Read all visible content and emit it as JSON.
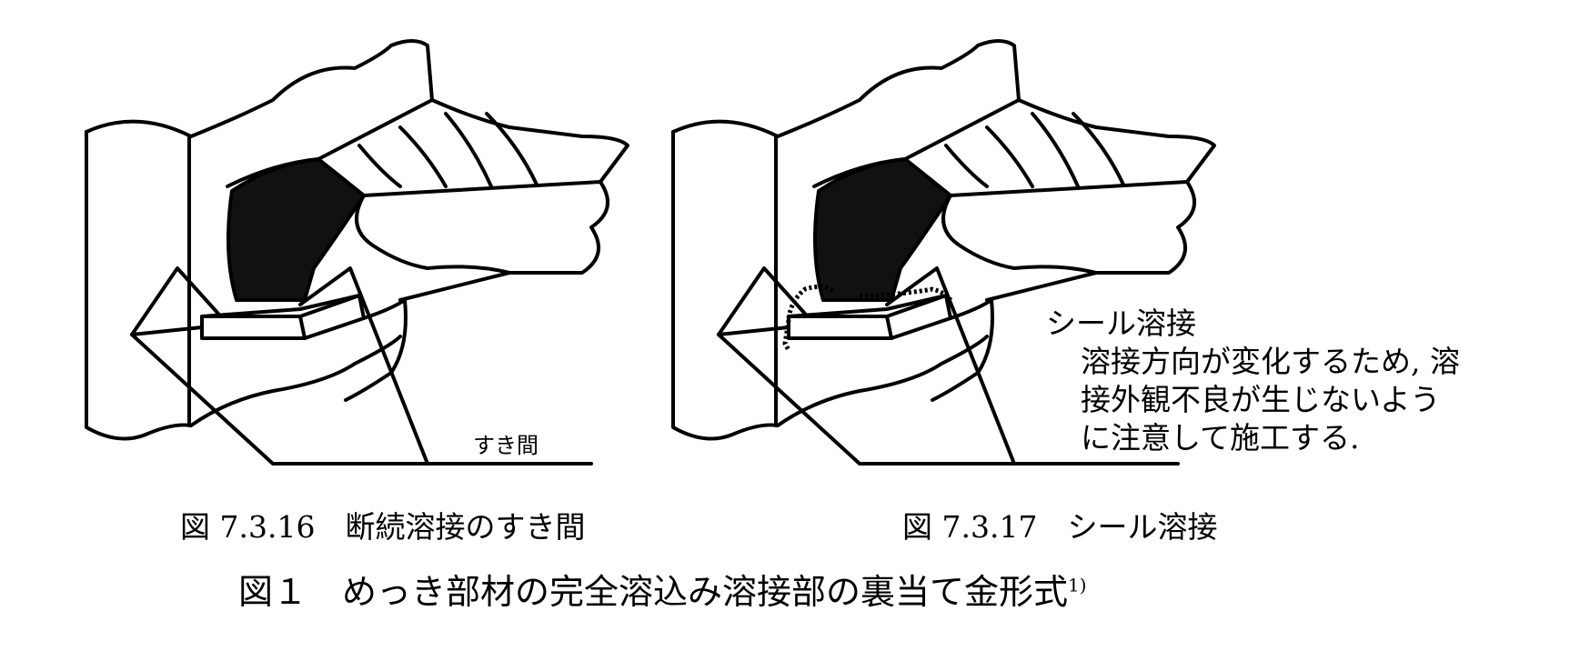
{
  "figures": [
    {
      "caption": "図 7.3.16　断続溶接のすき間",
      "label": "すき間"
    },
    {
      "caption": "図 7.3.17　シール溶接",
      "annotation_title": "シール溶接",
      "annotation_lines": [
        "溶接方向が変化するため, 溶",
        "接外観不良が生じないよう",
        "に注意して施工する."
      ]
    }
  ],
  "main_caption": "図１　めっき部材の完全溶込み溶接部の裏当て金形式",
  "main_caption_ref": "1)"
}
